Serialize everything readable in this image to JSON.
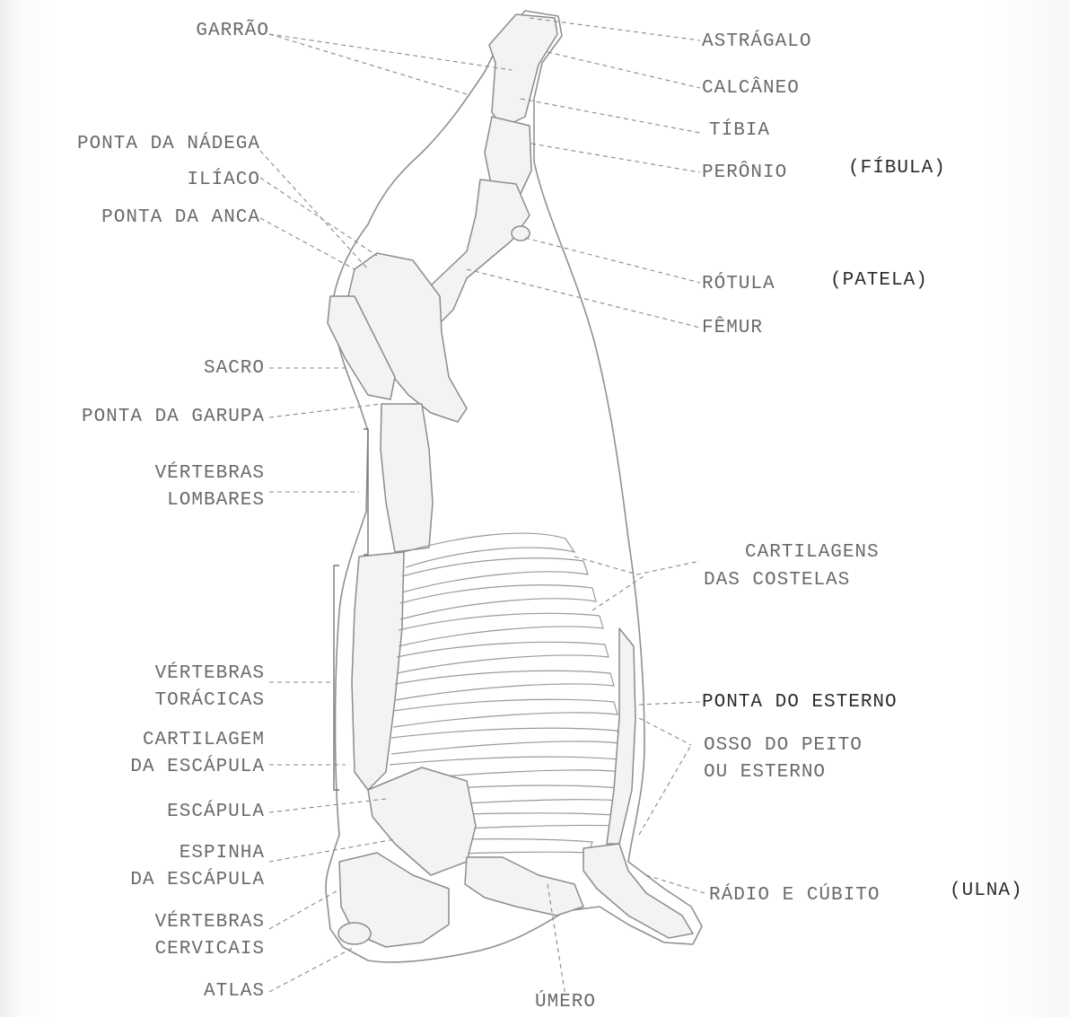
{
  "labels_left": {
    "garrao": "GARRÃO",
    "ponta_da_nadega": "PONTA DA NÁDEGA",
    "iliaco": "ILÍACO",
    "ponta_da_anca": "PONTA DA ANCA",
    "sacro": "SACRO",
    "ponta_da_garupa": "PONTA DA GARUPA",
    "vertebras_lombares_1": "VÉRTEBRAS",
    "vertebras_lombares_2": "LOMBARES",
    "vertebras_toracicas_1": "VÉRTEBRAS",
    "vertebras_toracicas_2": "TORÁCICAS",
    "cartilagem_escapula_1": "CARTILAGEM",
    "cartilagem_escapula_2": "DA ESCÁPULA",
    "escapula": "ESCÁPULA",
    "espinha_escapula_1": "ESPINHA",
    "espinha_escapula_2": "DA ESCÁPULA",
    "vertebras_cervicais_1": "VÉRTEBRAS",
    "vertebras_cervicais_2": "CERVICAIS",
    "atlas": "ATLAS"
  },
  "labels_right": {
    "astragalo": "ASTRÁGALO",
    "calcaneo": "CALCÂNEO",
    "tibia": "TÍBIA",
    "peronio": "PERÔNIO",
    "fibula": "(FÍBULA)",
    "rotula": "RÓTULA",
    "patela": "(PATELA)",
    "femur": "FÊMUR",
    "cartilagens_costelas_1": "CARTILAGENS",
    "cartilagens_costelas_2": "DAS COSTELAS",
    "ponta_esterno": "PONTA DO ESTERNO",
    "osso_peito_1": "OSSO DO PEITO",
    "osso_peito_2": "OU ESTERNO",
    "radio_cubito": "RÁDIO E CÚBITO",
    "ulna": "(ULNA)"
  },
  "labels_bottom": {
    "umero": "ÚMERO"
  },
  "colors": {
    "ink": "#6a6a6a",
    "ink_dark": "#2c2c2c",
    "line": "#8a8a8a",
    "paper": "#ffffff"
  }
}
